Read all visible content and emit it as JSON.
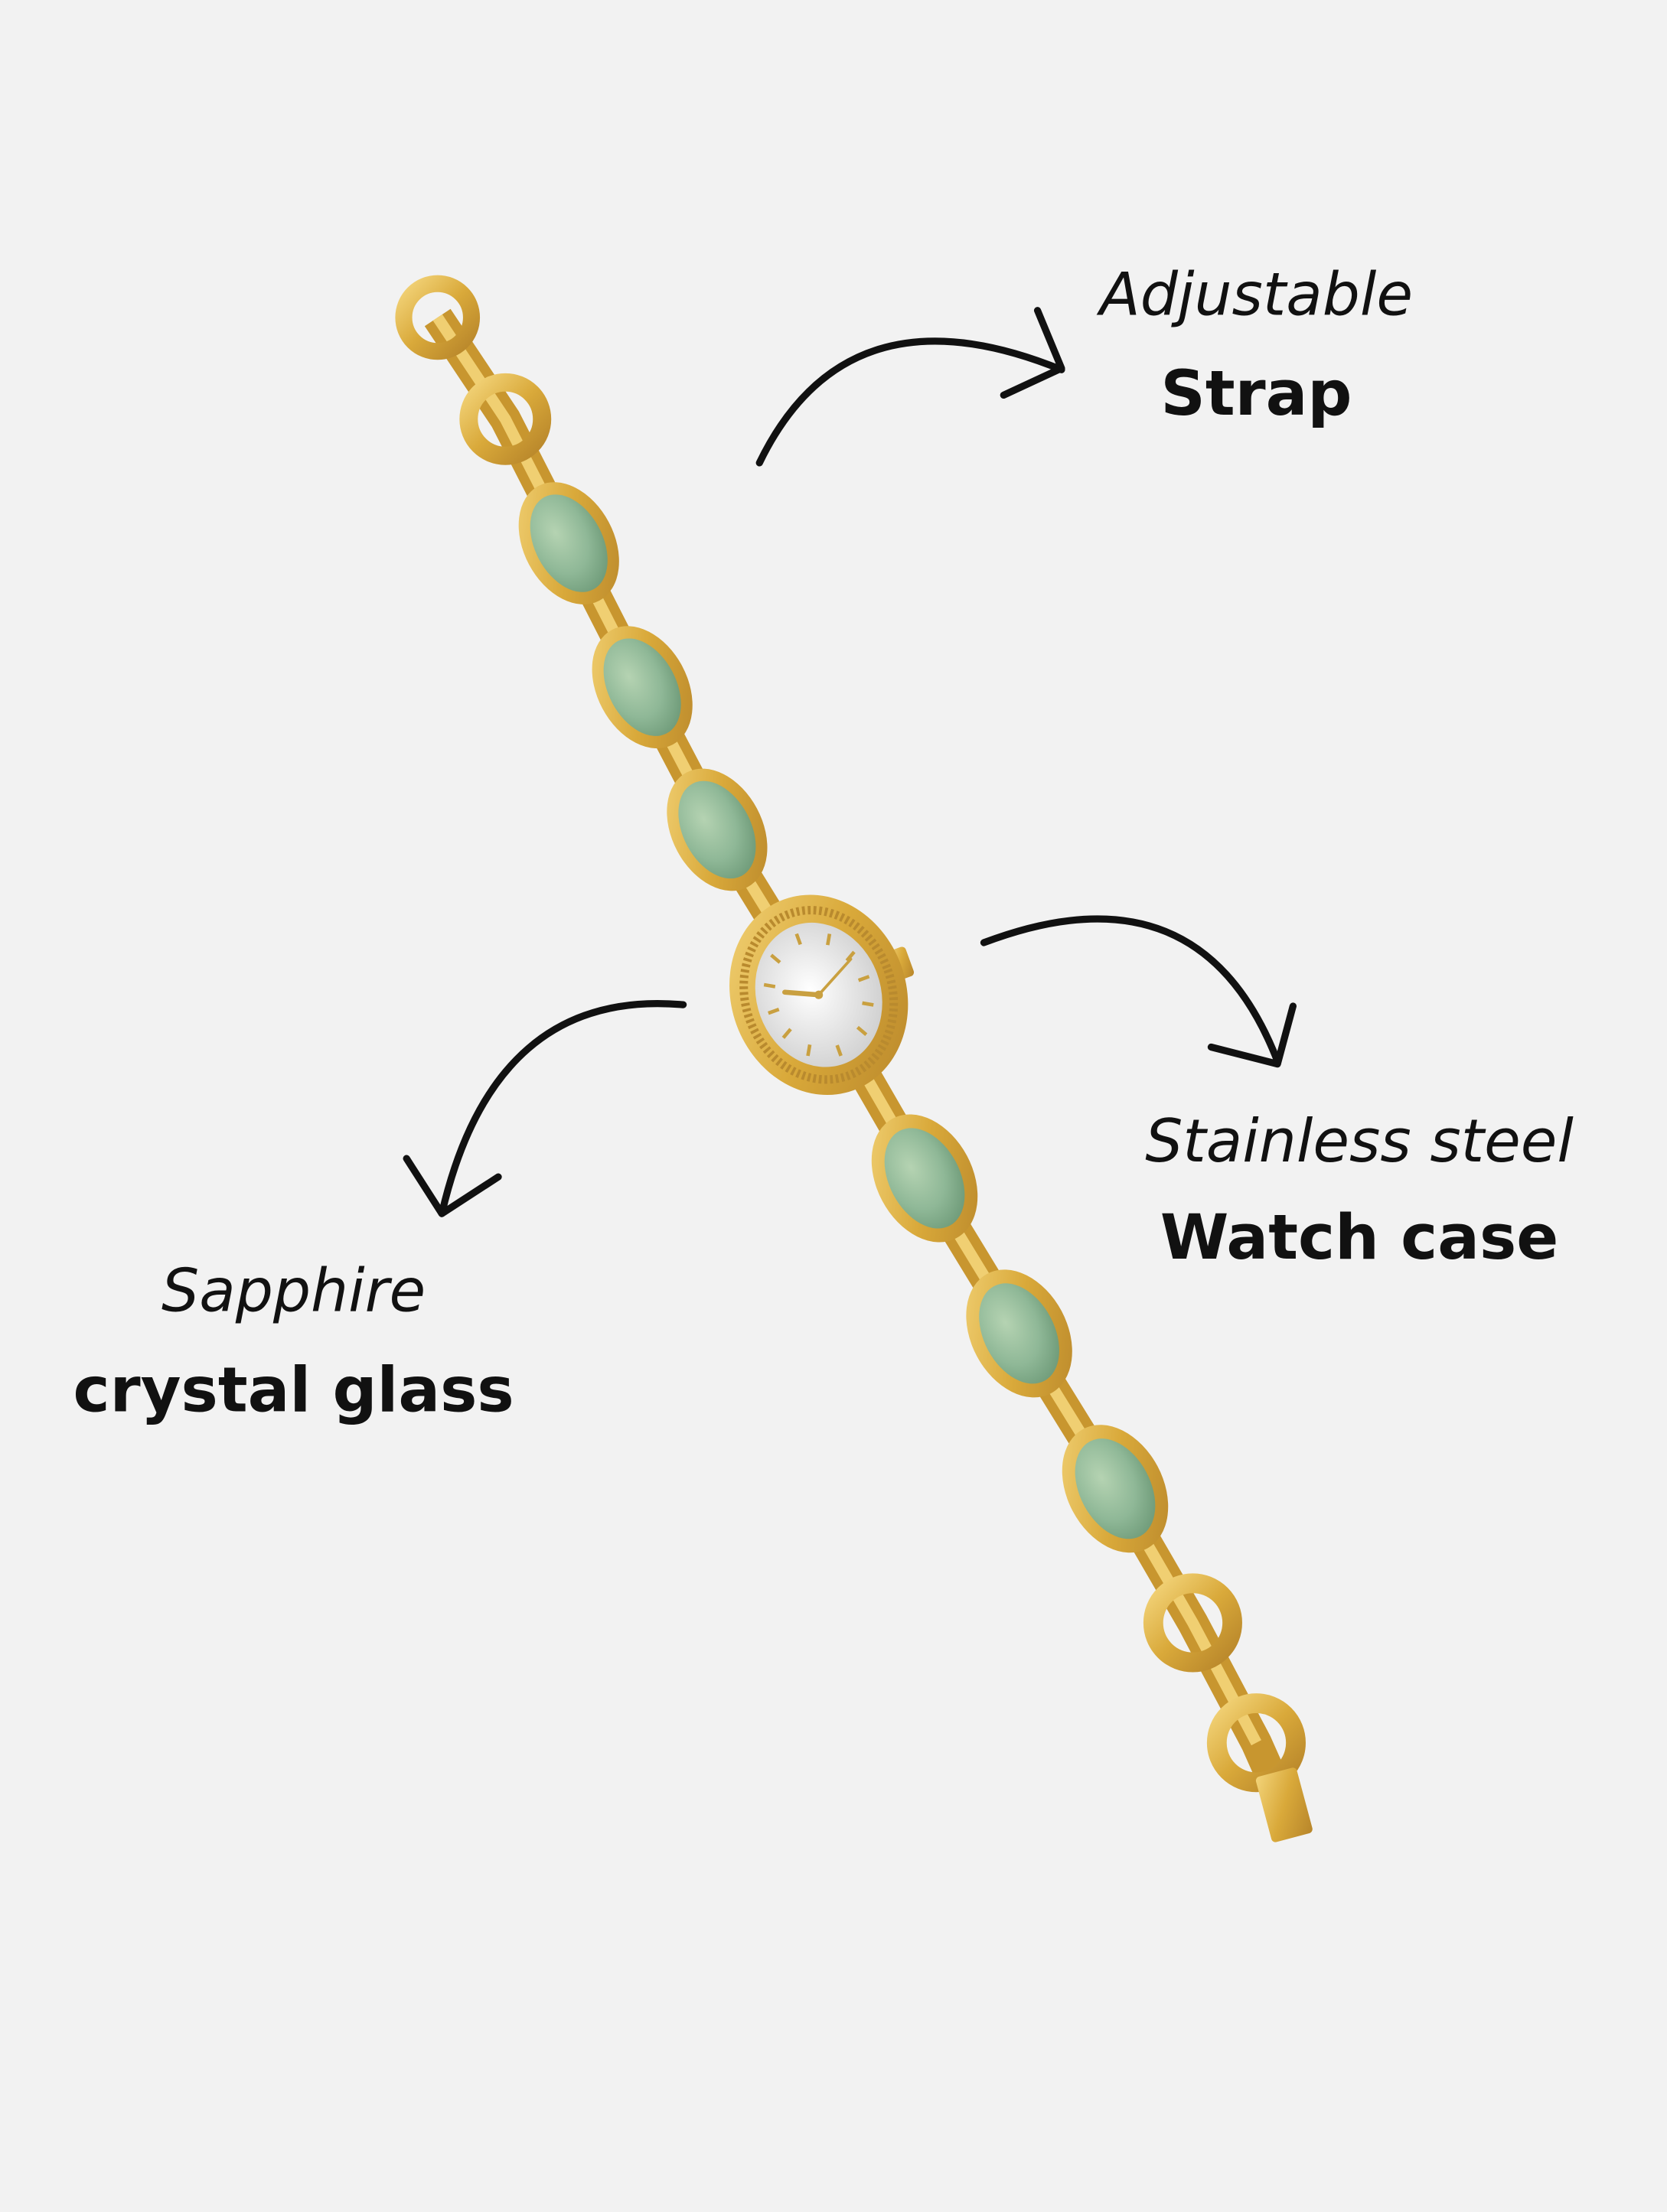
{
  "features": [
    {
      "italic": "Adjustable",
      "bold": "Strap"
    },
    {
      "italic": "Stainless steel",
      "bold": "Watch case"
    },
    {
      "italic": "Sapphire",
      "bold": "crystal glass"
    }
  ],
  "colors": {
    "background": "#f2f2f2",
    "gold": "#d9a93a",
    "jade": "#8fb897",
    "ink": "#111111"
  }
}
